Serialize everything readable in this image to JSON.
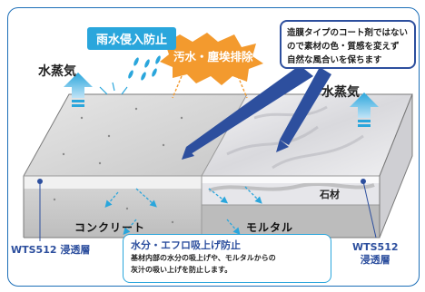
{
  "labels": {
    "rain_banner": "雨水侵入防止",
    "vapor_left": "水蒸気",
    "vapor_right": "水蒸気",
    "dirt_label": "汚水・塵埃排除",
    "stone": "石材",
    "concrete": "コンクリート",
    "mortar": "モルタル",
    "layer_left": "WTS512 浸透層",
    "layer_right_1": "WTS512",
    "layer_right_2": "浸透層"
  },
  "note": {
    "lines": [
      "造膜タイプのコート剤ではない",
      "ので素材の色・質感を変えず",
      "自然な風合いを保ちます"
    ]
  },
  "callout": {
    "title": "水分・エフロ吸上げ防止",
    "lines": [
      "基材内部の水分の吸上げや、モルタルからの",
      "灰汁の吸い上げを防止します。"
    ]
  },
  "colors": {
    "frame": "#1d6fb8",
    "accent_blue": "#2aa6dc",
    "navy": "#2d4f9e",
    "orange": "#f39a2e",
    "concrete_top": "#d9d9d9",
    "marble": "#e8e8ea"
  }
}
